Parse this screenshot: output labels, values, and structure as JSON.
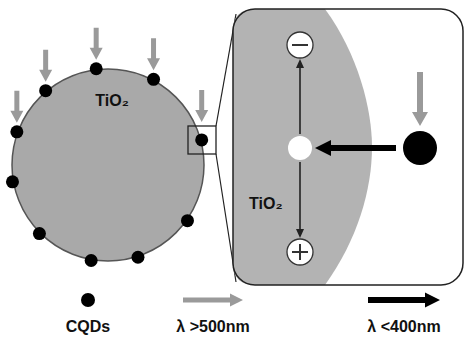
{
  "diagram": {
    "nodes": [
      {
        "text": [
          "TiO₂"
        ]
      },
      {
        "text": [
          "TiO₂"
        ]
      }
    ],
    "legend": [
      {
        "text": "CQDs"
      },
      {
        "text": "λ >500nm"
      },
      {
        "text": "λ <400nm"
      }
    ]
  }
}
